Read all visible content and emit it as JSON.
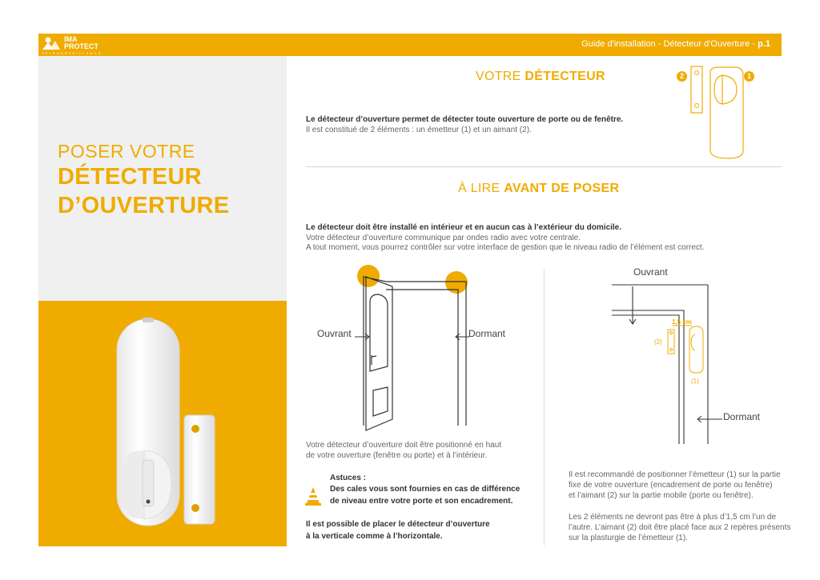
{
  "header": {
    "logo_line1": "IMA",
    "logo_line2": "PROTECT",
    "logo_sub": "TÉLÉSURVEILLANCE",
    "doc_title": "Guide d'installation - Détecteur d'Ouverture - ",
    "page": "p.1"
  },
  "left": {
    "title_light": "POSER VOTRE",
    "title_bold_1": "DÉTECTEUR",
    "title_bold_2": "D’OUVERTURE"
  },
  "section1": {
    "title_light": "VOTRE",
    "title_bold": "DÉTECTEUR",
    "badge_2": "2",
    "badge_1": "1",
    "intro_bold": "Le détecteur d’ouverture permet de détecter toute ouverture de porte ou de fenêtre.",
    "intro_text": "Il est constitué de 2 éléments : un émetteur (1) et un aimant (2)."
  },
  "section2": {
    "title_light": "À LIRE",
    "title_bold": "AVANT DE POSER",
    "intro_bold": "Le détecteur doit être installé en intérieur et en aucun cas à l’extérieur du domicile.",
    "line1": "Votre détecteur d’ouverture communique par ondes radio avec votre centrale.",
    "line2": "A tout moment, vous pourrez contrôler sur votre interface de gestion que le niveau radio de l’élément est correct."
  },
  "door": {
    "label_ouvrant": "Ouvrant",
    "label_dormant": "Dormant",
    "caption_1": "Votre détecteur d’ouverture doit être positionné en haut",
    "caption_2": "de votre ouverture (fenêtre ou porte) et à l’intérieur."
  },
  "tips": {
    "title": "Astuces :",
    "line1": "Des cales vous sont fournies en cas de différence",
    "line2": "de niveau entre votre porte et son encadrement.",
    "note1": "Il est possible de placer le détecteur d’ouverture",
    "note2": "à la verticale comme à l’horizontale."
  },
  "detail": {
    "label_ouvrant": "Ouvrant",
    "label_dormant": "Dormant",
    "distance": "1,5 cm",
    "num2": "(2)",
    "num1": "(1)"
  },
  "recommend": {
    "p1_l1": "Il est recommandé de positionner l’émetteur (1) sur la partie",
    "p1_l2": "fixe de votre ouverture (encadrement de porte ou fenêtre)",
    "p1_l3": "et l’aimant (2) sur la partie mobile (porte ou fenêtre).",
    "p2_l1": "Les 2 éléments ne devront pas être à plus d’1,5 cm l’un de",
    "p2_l2": "l’autre. L’aimant (2) doit être placé face aux 2 repères présents",
    "p2_l3": "sur la plasturgie de l’émetteur (1)."
  }
}
